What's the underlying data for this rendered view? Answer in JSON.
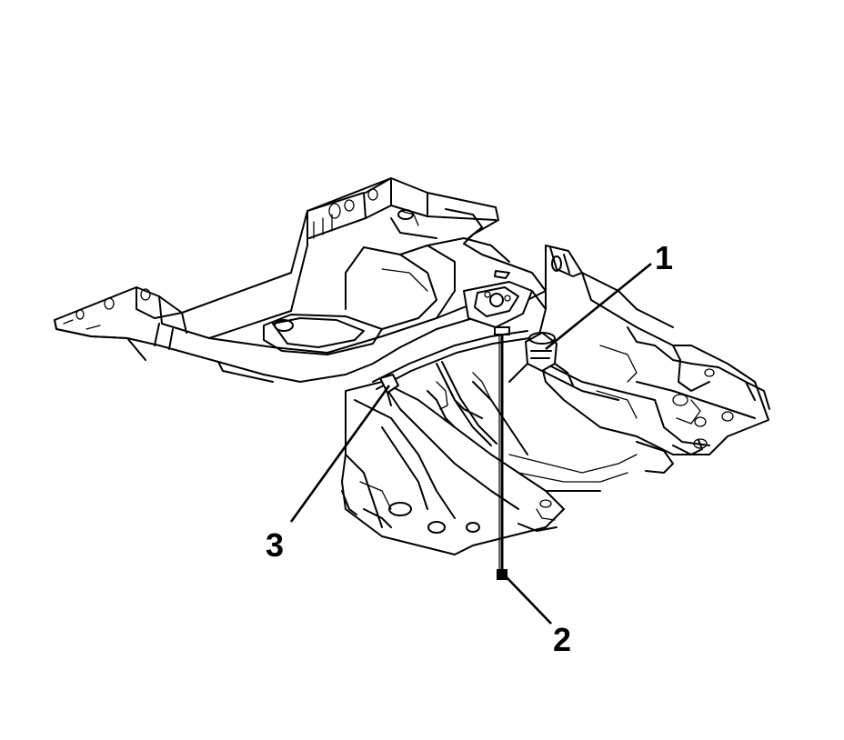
{
  "diagram": {
    "callouts": [
      {
        "id": "1",
        "text": "1"
      },
      {
        "id": "2",
        "text": "2"
      },
      {
        "id": "3",
        "text": "3"
      }
    ],
    "colors": {
      "line": "#000000",
      "background": "#ffffff"
    }
  }
}
